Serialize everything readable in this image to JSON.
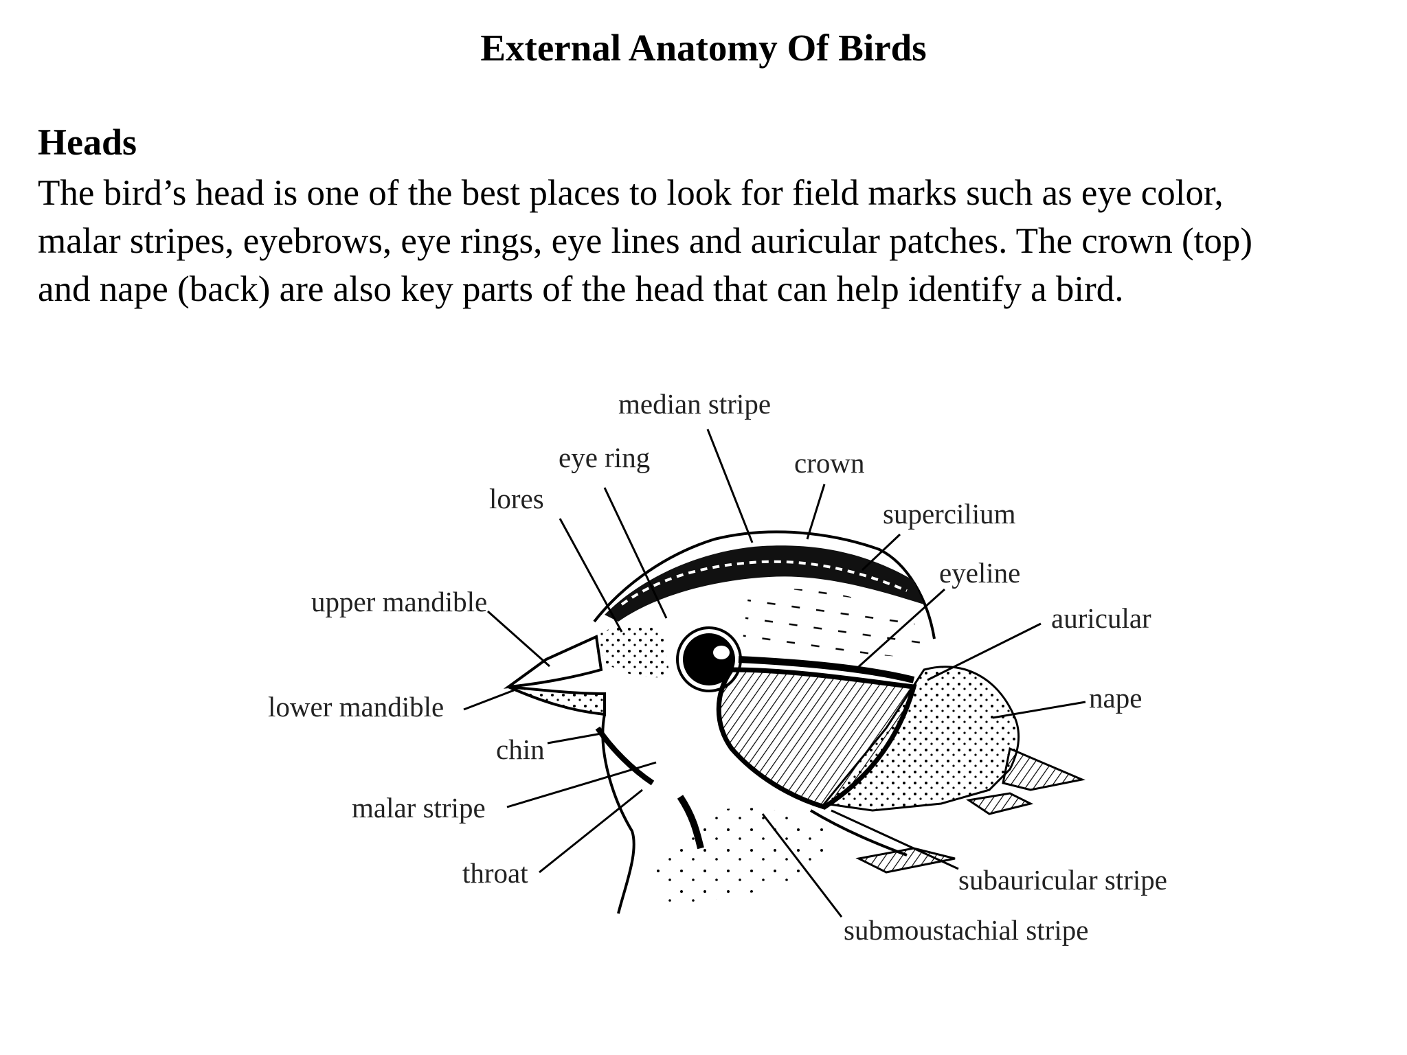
{
  "page": {
    "title": "External Anatomy Of Birds",
    "section_heading": "Heads",
    "body_lines": [
      "The bird’s head is one of the best places to look for field marks such as eye color,",
      "malar stripes, eyebrows, eye rings, eye lines and auricular patches. The crown (top)",
      "and nape (back) are also key parts of the head that can help identify a bird."
    ]
  },
  "diagram": {
    "labels": {
      "median_stripe": "median stripe",
      "eye_ring": "eye ring",
      "crown": "crown",
      "lores": "lores",
      "supercilium": "supercilium",
      "eyeline": "eyeline",
      "upper_mandible": "upper mandible",
      "auricular": "auricular",
      "nape": "nape",
      "lower_mandible": "lower mandible",
      "chin": "chin",
      "malar_stripe": "malar stripe",
      "throat": "throat",
      "subauricular_stripe": "subauricular stripe",
      "submoustachial_stripe": "submoustachial stripe"
    }
  }
}
